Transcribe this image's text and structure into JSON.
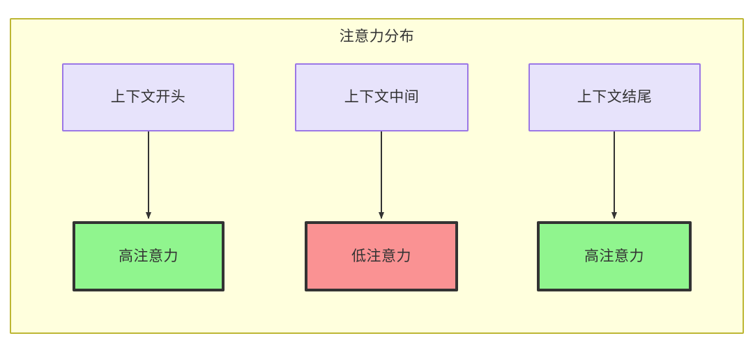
{
  "diagram": {
    "title": "注意力分布",
    "type": "flowchart",
    "background_color": "#ffffdd",
    "frame_border_color": "#bdb634",
    "text_color": "#333333",
    "columns": [
      {
        "id": "col-start",
        "source": {
          "label": "上下文开头",
          "fill": "#e7e3fb",
          "border": "#9b77e6"
        },
        "target": {
          "label": "高注意力",
          "fill": "#90f58e",
          "border": "#333333",
          "level": "high"
        },
        "edge": {
          "arrow": "down-arrow",
          "color": "#333333"
        }
      },
      {
        "id": "col-middle",
        "source": {
          "label": "上下文中间",
          "fill": "#e7e3fb",
          "border": "#9b77e6"
        },
        "target": {
          "label": "低注意力",
          "fill": "#fa9293",
          "border": "#333333",
          "level": "low"
        },
        "edge": {
          "arrow": "down-arrow",
          "color": "#333333"
        }
      },
      {
        "id": "col-end",
        "source": {
          "label": "上下文结尾",
          "fill": "#e7e3fb",
          "border": "#9b77e6"
        },
        "target": {
          "label": "高注意力",
          "fill": "#90f58e",
          "border": "#333333",
          "level": "high"
        },
        "edge": {
          "arrow": "down-arrow",
          "color": "#333333"
        }
      }
    ]
  }
}
